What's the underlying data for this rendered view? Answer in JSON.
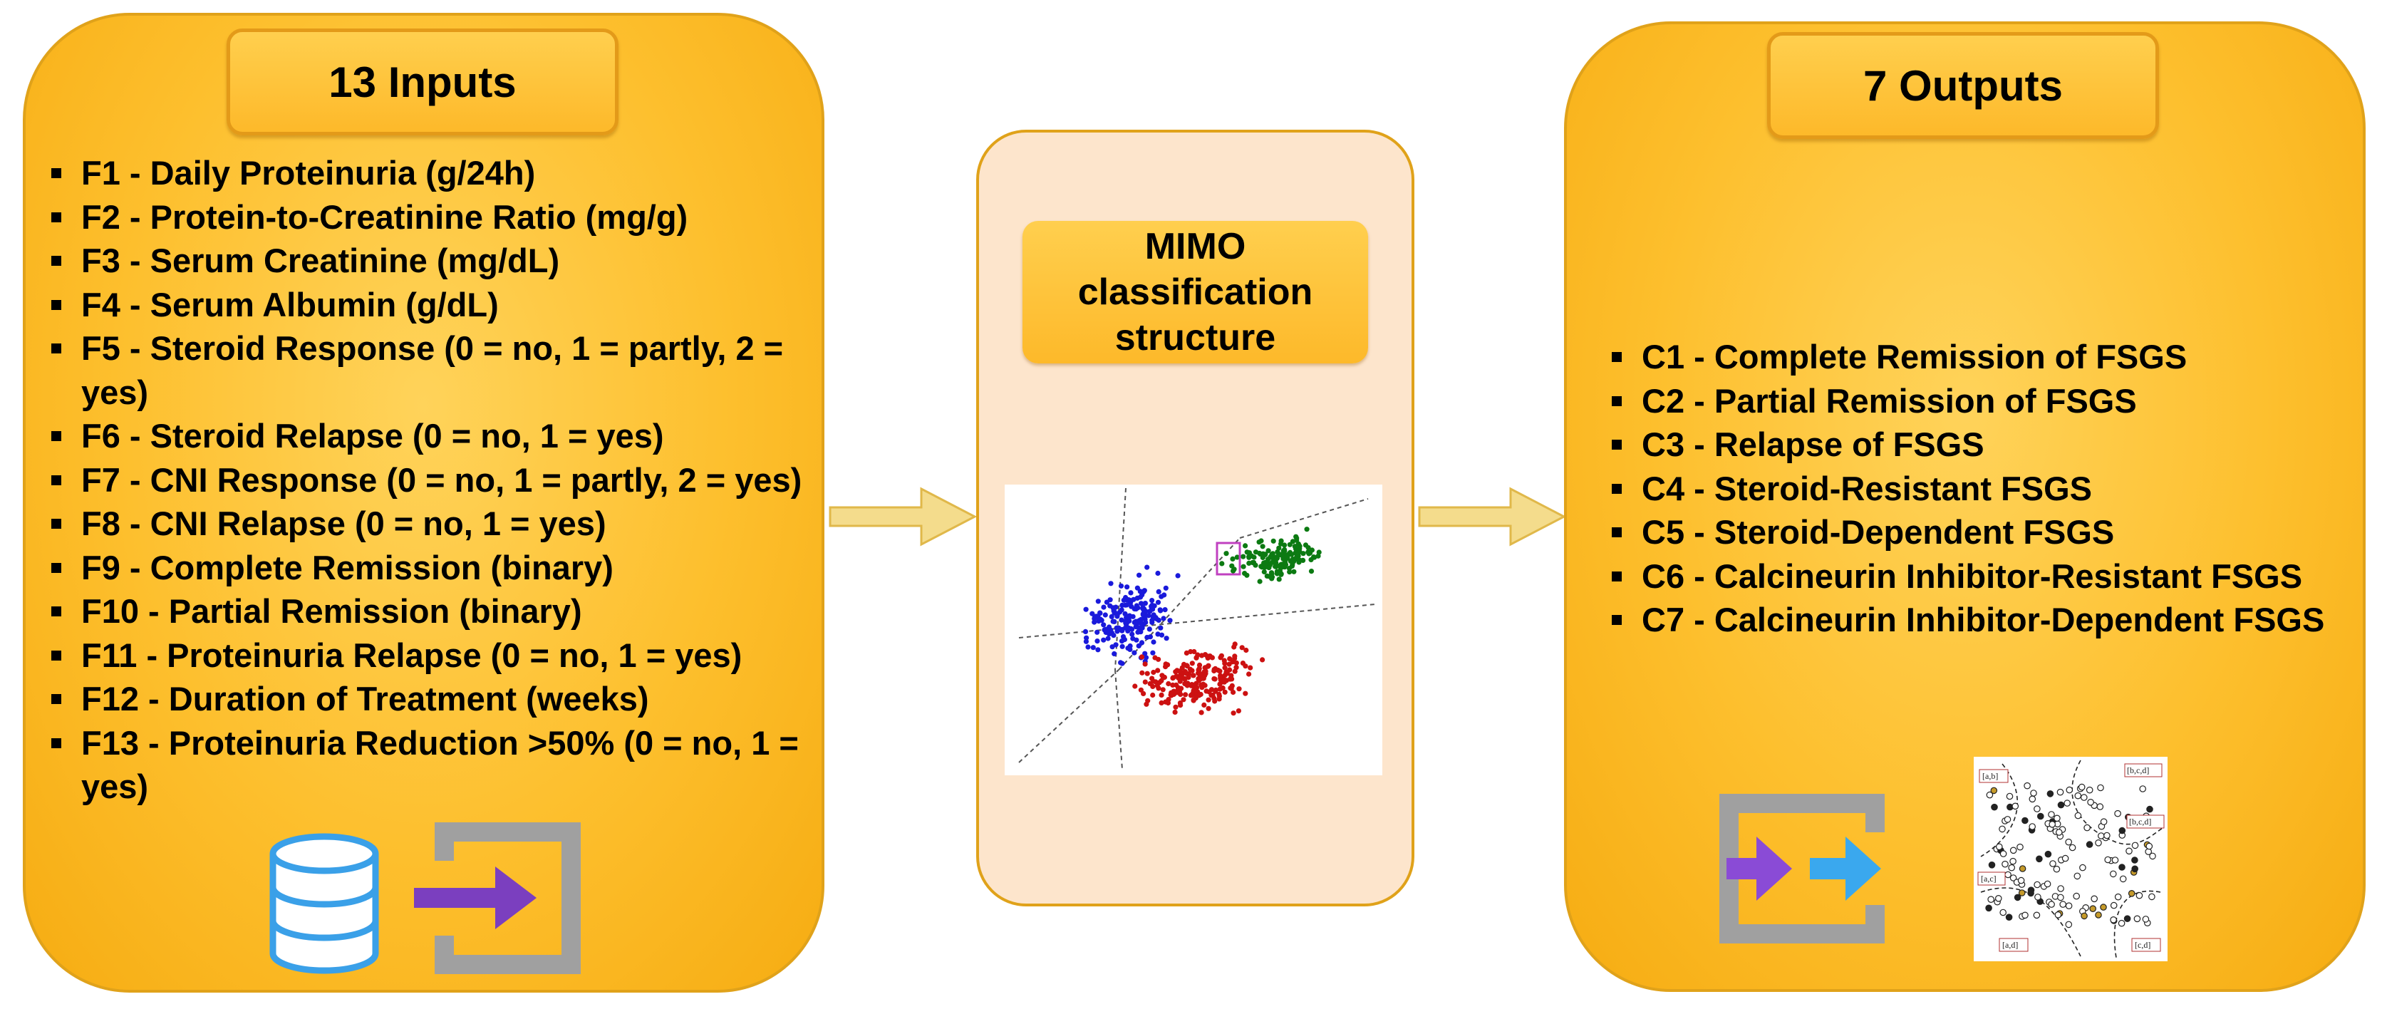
{
  "inputs": {
    "title": "13 Inputs",
    "items": [
      "F1 - Daily Proteinuria (g/24h)",
      "F2 - Protein-to-Creatinine Ratio (mg/g)",
      "F3 - Serum Creatinine (mg/dL)",
      "F4 - Serum Albumin (g/dL)",
      "F5 - Steroid Response (0 = no, 1 = partly, 2 = yes)",
      "F6 - Steroid Relapse (0 = no, 1 = yes)",
      "F7 - CNI Response (0 = no, 1 = partly, 2 = yes)",
      "F8 - CNI Relapse (0 = no, 1 = yes)",
      "F9 - Complete Remission (binary)",
      "F10 - Partial Remission (binary)",
      "F11 - Proteinuria Relapse (0 = no, 1 = yes)",
      "F12 - Duration of Treatment (weeks)",
      "F13 - Proteinuria Reduction >50% (0 = no, 1 = yes)"
    ],
    "icons": [
      "database-icon",
      "sign-in-icon"
    ]
  },
  "middle": {
    "title": "MIMO classification structure",
    "image": "scatter-plot-three-clusters",
    "cluster_colors": [
      "#1a1adb",
      "#cc1111",
      "#0c7a12"
    ],
    "highlight_color": "#c040c0"
  },
  "outputs": {
    "title": "7 Outputs",
    "items": [
      "C1 - Complete Remission of FSGS",
      "C2 - Partial Remission of FSGS",
      "C3 - Relapse of FSGS",
      "C4 - Steroid-Resistant FSGS",
      "C5 - Steroid-Dependent FSGS",
      "C6 - Calcineurin Inhibitor-Resistant FSGS",
      "C7 - Calcineurin Inhibitor-Dependent FSGS"
    ],
    "icons": [
      "sign-out-icon",
      "cluster-diagram-icon"
    ],
    "cluster_labels": [
      "[a,b]",
      "[b,c,d]",
      "[b,c,d]",
      "[a,c]",
      "[c,d]",
      "[a,d]"
    ]
  },
  "colors": {
    "panel": "#fdbf2d",
    "panel_border": "#e0a21a",
    "middle_panel": "#fde5cc",
    "arrow": "#f4dc8c",
    "icon_purple": "#8a4bd6",
    "icon_blue": "#3aa8ee",
    "icon_gray": "#a0a0a0"
  }
}
